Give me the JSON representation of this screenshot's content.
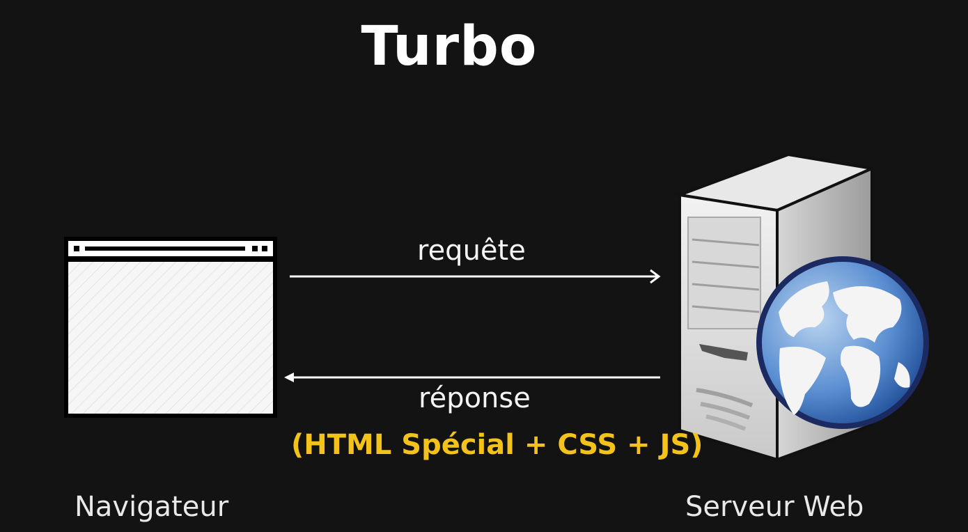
{
  "title": "Turbo",
  "nodes": {
    "browser": {
      "label": "Navigateur",
      "icon": "browser-window-icon"
    },
    "server": {
      "label": "Serveur Web",
      "icon": "web-server-globe-icon"
    }
  },
  "arrows": {
    "request": {
      "label": "requête",
      "direction": "to-server"
    },
    "response": {
      "label": "réponse",
      "detail": "(HTML Spécial + CSS + JS)",
      "direction": "to-browser"
    }
  },
  "colors": {
    "background": "#131313",
    "text": "#ffffff",
    "highlight": "#f3c21b"
  }
}
